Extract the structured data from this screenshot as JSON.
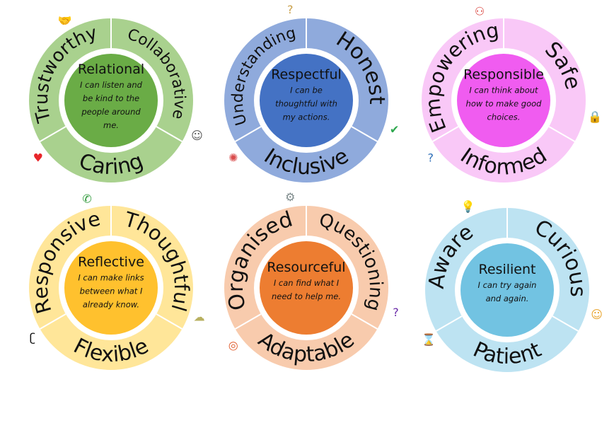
{
  "wheels": [
    {
      "title": "Relational",
      "description": [
        "I can listen and",
        "be kind to the",
        "people around",
        "me."
      ],
      "words": {
        "left": "Trustworthy",
        "right": "Collaborative",
        "bottom": "Caring"
      },
      "outer_color": "#a9d18e",
      "inner_color": "#6aac46",
      "icons": [
        {
          "name": "handshake-icon",
          "glyph": "🤝",
          "angle": 330
        },
        {
          "name": "people-holding-hands-icon",
          "glyph": "☺",
          "angle": 112
        },
        {
          "name": "heart-icon",
          "glyph": "♥",
          "angle": 232,
          "color": "#e8262b"
        }
      ]
    },
    {
      "title": "Respectful",
      "description": [
        "I can be",
        "thoughtful with",
        "my actions."
      ],
      "words": {
        "left": "Understanding",
        "right": "Honest",
        "bottom": "Inclusive"
      },
      "outer_color": "#8faadc",
      "inner_color": "#4472c4",
      "icons": [
        {
          "name": "question-figure-icon",
          "glyph": "?",
          "angle": 350,
          "color": "#c9a04a"
        },
        {
          "name": "check-icon",
          "glyph": "✔",
          "angle": 108,
          "color": "#2fa84f"
        },
        {
          "name": "diverse-people-icon",
          "glyph": "✺",
          "angle": 232,
          "color": "#d94a4a"
        }
      ]
    },
    {
      "title": "Responsible",
      "description": [
        "I can think about",
        "how to make good",
        "choices."
      ],
      "words": {
        "left": "Empowering",
        "right": "Safe",
        "bottom": "Informed"
      },
      "outer_color": "#f9c8f7",
      "inner_color": "#f05cf0",
      "icons": [
        {
          "name": "people-helping-icon",
          "glyph": "⚇",
          "angle": 345,
          "color": "#d9413b"
        },
        {
          "name": "padlock-icon",
          "glyph": "🔒",
          "angle": 100,
          "color": "#2b8fd6"
        },
        {
          "name": "question-bubbles-icon",
          "glyph": "?",
          "angle": 232,
          "color": "#2f6fb8"
        }
      ]
    },
    {
      "title": "Reflective",
      "description": [
        "I can make links",
        "between what I",
        "already know."
      ],
      "words": {
        "left": "Responsive",
        "right": "Thoughtful",
        "bottom": "Flexible"
      },
      "outer_color": "#ffe699",
      "inner_color": "#ffc12e",
      "icons": [
        {
          "name": "phone-icon",
          "glyph": "✆",
          "angle": 345,
          "color": "#2f9a3a"
        },
        {
          "name": "thought-cloud-icon",
          "glyph": "☁",
          "angle": 108,
          "color": "#b8b060"
        },
        {
          "name": "stretching-figure-icon",
          "glyph": "ʗ",
          "angle": 238,
          "color": "#111"
        }
      ]
    },
    {
      "title": "Resourceful",
      "description": [
        "I can find what I",
        "need to help me."
      ],
      "words": {
        "left": "Organised",
        "right": "Questioning",
        "bottom": "Adaptable"
      },
      "outer_color": "#f8cbad",
      "inner_color": "#ed7d31",
      "icons": [
        {
          "name": "gears-icon",
          "glyph": "⚙",
          "angle": 350,
          "color": "#7f8c8d"
        },
        {
          "name": "question-mark-icon",
          "glyph": "?",
          "angle": 105,
          "color": "#6a2aa8"
        },
        {
          "name": "color-cycle-icon",
          "glyph": "◎",
          "angle": 232,
          "color": "#e05a2a"
        }
      ]
    },
    {
      "title": "Resilient",
      "description": [
        "I can try again",
        "and again."
      ],
      "words": {
        "left": "Aware",
        "right": "Curious",
        "bottom": "Patient"
      },
      "outer_color": "#bde3f2",
      "inner_color": "#72c3e2",
      "icons": [
        {
          "name": "lightbulb-icon",
          "glyph": "💡",
          "angle": 335,
          "color": "#f2c230"
        },
        {
          "name": "thinking-face-icon",
          "glyph": "☺",
          "angle": 105,
          "color": "#e8a32a"
        },
        {
          "name": "hourglass-icon",
          "glyph": "⌛",
          "angle": 238,
          "color": "#9a7fbf"
        }
      ]
    }
  ]
}
